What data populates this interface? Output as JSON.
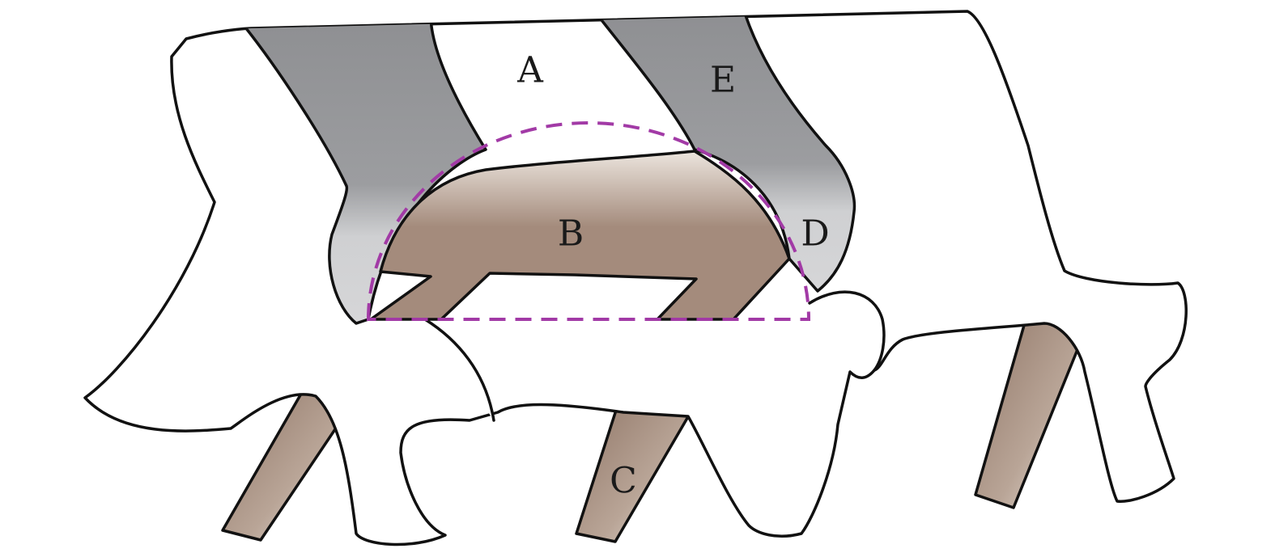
{
  "labels": {
    "a": "A",
    "b": "B",
    "c": "C",
    "d": "D",
    "e": "E"
  },
  "colors": {
    "gray_band_top": "#8e8f92",
    "gray_band_light": "#cfd0d2",
    "brown_band": "#9b8273",
    "brown_light": "#e9e1da",
    "dashed_outline": "#a23aa6",
    "outline": "#111111"
  }
}
